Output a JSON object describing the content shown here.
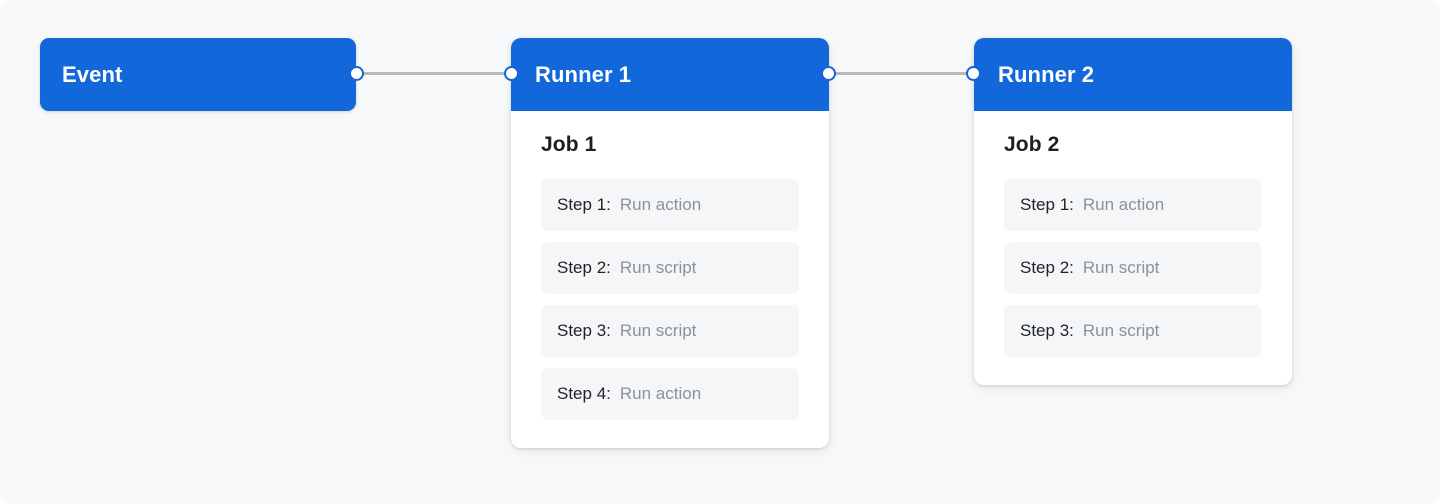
{
  "diagram": {
    "title": "GitHub Actions workflow runner diagram",
    "background_color": "#f6f8f9",
    "accent_color": "#1268db",
    "edge_color": "#b6babd",
    "step_row_color": "#f5f6f7"
  },
  "event": {
    "label": "Event"
  },
  "runners": [
    {
      "header": "Runner 1",
      "job": "Job 1",
      "steps": [
        {
          "label": "Step 1:",
          "value": "Run action"
        },
        {
          "label": "Step 2:",
          "value": "Run script"
        },
        {
          "label": "Step 3:",
          "value": "Run script"
        },
        {
          "label": "Step 4:",
          "value": "Run action"
        }
      ]
    },
    {
      "header": "Runner 2",
      "job": "Job 2",
      "steps": [
        {
          "label": "Step 1:",
          "value": "Run action"
        },
        {
          "label": "Step 2:",
          "value": "Run script"
        },
        {
          "label": "Step 3:",
          "value": "Run script"
        }
      ]
    }
  ],
  "connectors": [
    {
      "from": "Event",
      "to": "Runner 1"
    },
    {
      "from": "Runner 1",
      "to": "Runner 2"
    }
  ]
}
